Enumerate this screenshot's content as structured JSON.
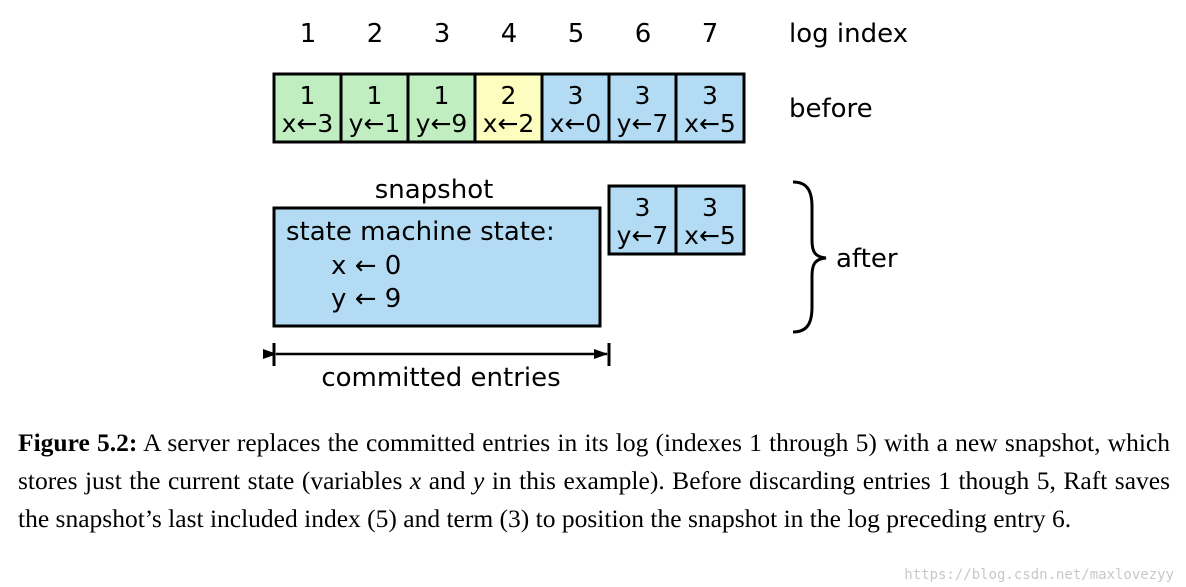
{
  "colors": {
    "green": "#c1eec1",
    "yellow": "#fdfdbf",
    "blue": "#b3dcf4"
  },
  "log_index_header": {
    "numbers": [
      "1",
      "2",
      "3",
      "4",
      "5",
      "6",
      "7"
    ],
    "label": "log index"
  },
  "before_row": {
    "label": "before",
    "entries": [
      {
        "term": "1",
        "cmd": "x←3",
        "color": "green"
      },
      {
        "term": "1",
        "cmd": "y←1",
        "color": "green"
      },
      {
        "term": "1",
        "cmd": "y←9",
        "color": "green"
      },
      {
        "term": "2",
        "cmd": "x←2",
        "color": "yellow"
      },
      {
        "term": "3",
        "cmd": "x←0",
        "color": "blue"
      },
      {
        "term": "3",
        "cmd": "y←7",
        "color": "blue"
      },
      {
        "term": "3",
        "cmd": "x←5",
        "color": "blue"
      }
    ]
  },
  "after_row": {
    "label": "after",
    "entries": [
      {
        "term": "3",
        "cmd": "y←7",
        "color": "blue"
      },
      {
        "term": "3",
        "cmd": "x←5",
        "color": "blue"
      }
    ]
  },
  "snapshot": {
    "title": "snapshot",
    "state_title": "state machine state:",
    "lines": [
      "x ← 0",
      "y ← 9"
    ]
  },
  "committed": {
    "label": "committed entries"
  },
  "caption": {
    "figure_label": "Figure 5.2:",
    "part1": " A server replaces the committed entries in its log (indexes 1 through 5) with a new snapshot, which stores just the current state (variables ",
    "var_x": "x",
    "part2": " and ",
    "var_y": "y",
    "part3": " in this example). Before discarding entries 1 though 5, Raft saves the snapshot’s last included index (5) and term (3) to position the snapshot in the log preceding entry 6."
  },
  "watermark": "https://blog.csdn.net/maxlovezyy"
}
